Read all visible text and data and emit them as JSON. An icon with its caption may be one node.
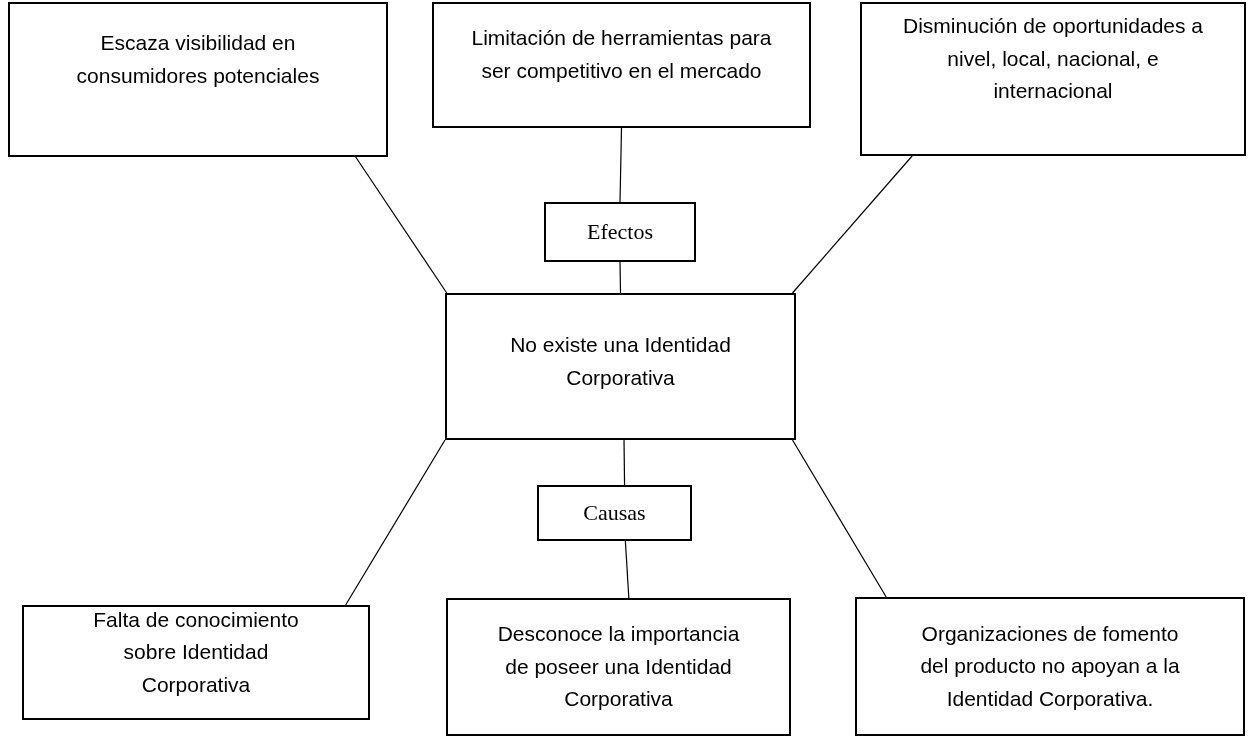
{
  "diagram": {
    "nodes": [
      {
        "text": [
          "Escaza visibilidad en consumidores potenciales"
        ]
      },
      {
        "text": [
          "Limitación de herramientas para ser competitivo en el mercado"
        ]
      },
      {
        "text": [
          "Disminución de oportunidades a nivel, local, nacional, e internacional"
        ]
      },
      {
        "text": [
          "Efectos"
        ]
      },
      {
        "text": [
          "No existe una Identidad Corporativa"
        ]
      },
      {
        "text": [
          "Causas"
        ]
      },
      {
        "text": [
          "Falta de conocimiento sobre Identidad Corporativa"
        ]
      },
      {
        "text": [
          "Desconoce la importancia de poseer una Identidad Corporativa"
        ]
      },
      {
        "text": [
          "Organizaciones de fomento del producto no apoyan a la Identidad Corporativa."
        ]
      }
    ],
    "edges": [
      {
        "from": 4,
        "to": 0,
        "arrow": "none"
      },
      {
        "from": 3,
        "to": 1,
        "arrow": "none"
      },
      {
        "from": 4,
        "to": 3,
        "arrow": "none"
      },
      {
        "from": 4,
        "to": 2,
        "arrow": "none"
      },
      {
        "from": 4,
        "to": 5,
        "arrow": "none"
      },
      {
        "from": 5,
        "to": 7,
        "arrow": "none"
      },
      {
        "from": 4,
        "to": 6,
        "arrow": "none"
      },
      {
        "from": 4,
        "to": 8,
        "arrow": "none"
      }
    ]
  }
}
